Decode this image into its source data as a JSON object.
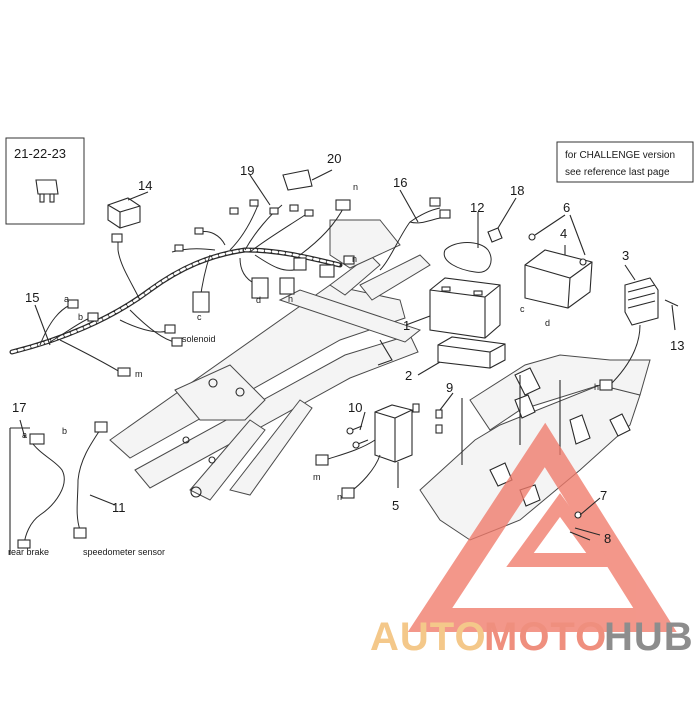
{
  "diagram": {
    "inset_box_label": "21-22-23",
    "note_line_1": "for CHALLENGE version",
    "note_line_2": "see reference last page",
    "callouts": [
      "1",
      "2",
      "3",
      "4",
      "5",
      "6",
      "7",
      "8",
      "9",
      "10",
      "11",
      "12",
      "13",
      "14",
      "15",
      "17",
      "18",
      "19",
      "20"
    ],
    "callout_16": "16",
    "part_labels": {
      "solenoid": "solenoid",
      "rear_brake": "rear brake",
      "speedometer_sensor": "speedometer sensor"
    },
    "connector_letters": {
      "a": "a",
      "b": "b",
      "c": "c",
      "d": "d",
      "h": "h",
      "m": "m",
      "n": "n"
    }
  },
  "watermark": {
    "part1": "AUTO",
    "part2": "MOTO",
    "part3": "HUB",
    "colors": {
      "auto": "#f4c88a",
      "moto": "#ef8f7e",
      "hub": "#8d8d8d",
      "triangle": "#f07a6a"
    }
  }
}
